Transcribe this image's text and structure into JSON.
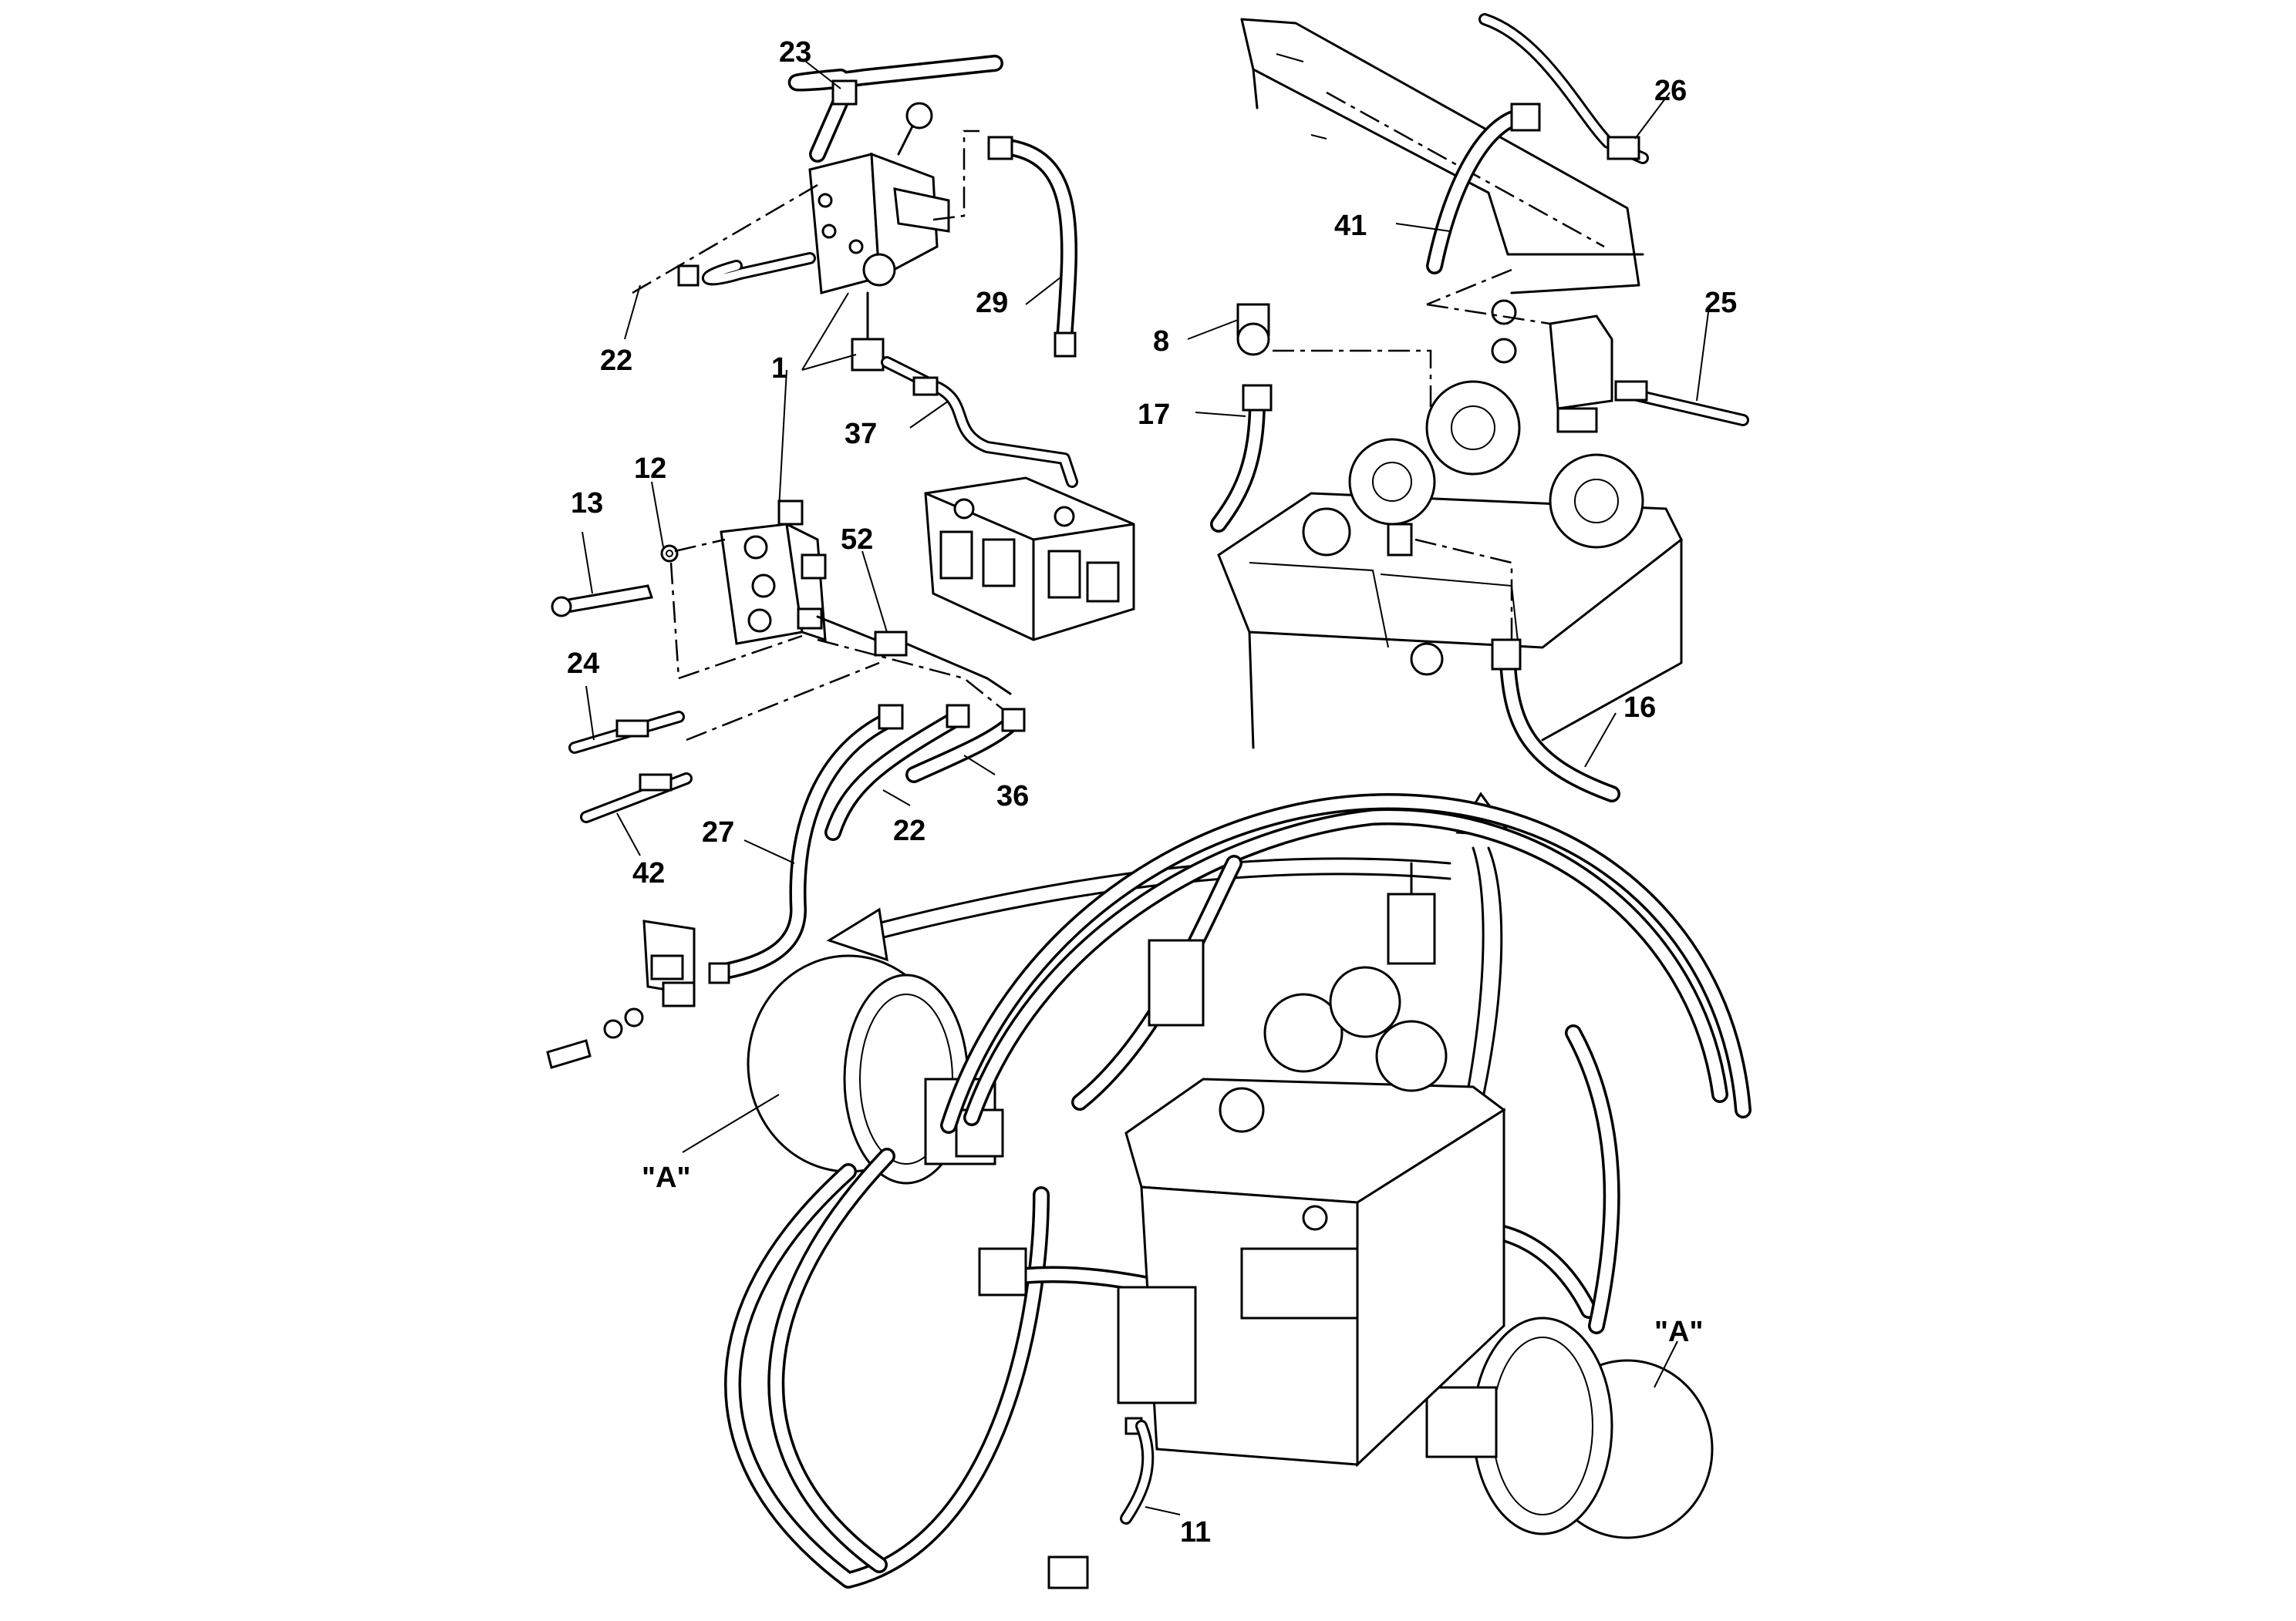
{
  "callouts": [
    {
      "id": "c23",
      "text": "23"
    },
    {
      "id": "c22a",
      "text": "22"
    },
    {
      "id": "c29",
      "text": "29"
    },
    {
      "id": "c1",
      "text": "1"
    },
    {
      "id": "c37",
      "text": "37"
    },
    {
      "id": "c13",
      "text": "13"
    },
    {
      "id": "c12",
      "text": "12"
    },
    {
      "id": "c52",
      "text": "52"
    },
    {
      "id": "c24",
      "text": "24"
    },
    {
      "id": "c36",
      "text": "36"
    },
    {
      "id": "c22b",
      "text": "22"
    },
    {
      "id": "c42",
      "text": "42"
    },
    {
      "id": "c27",
      "text": "27"
    },
    {
      "id": "c26",
      "text": "26"
    },
    {
      "id": "c41",
      "text": "41"
    },
    {
      "id": "c25",
      "text": "25"
    },
    {
      "id": "c8",
      "text": "8"
    },
    {
      "id": "c17",
      "text": "17"
    },
    {
      "id": "c16",
      "text": "16"
    },
    {
      "id": "cA1",
      "text": "\"A\""
    },
    {
      "id": "cA2",
      "text": "\"A\""
    },
    {
      "id": "c11",
      "text": "11"
    }
  ]
}
